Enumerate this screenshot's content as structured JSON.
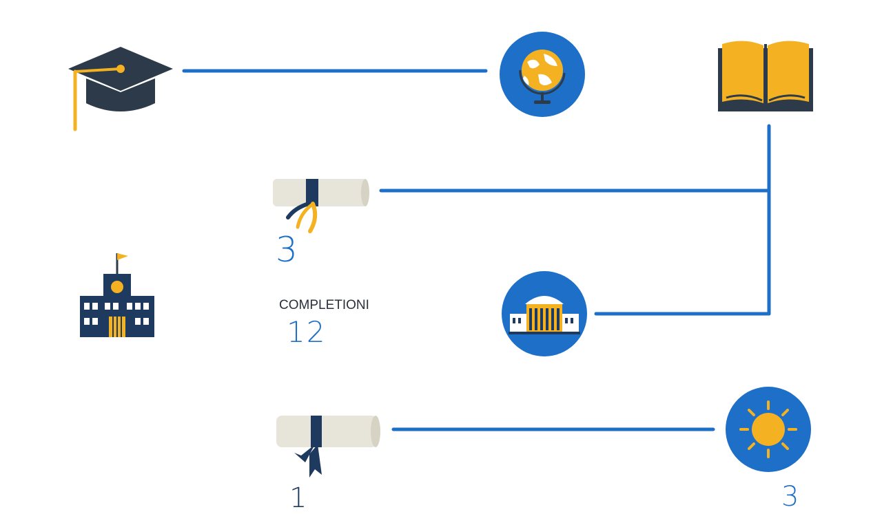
{
  "stats": {
    "value_a": "3",
    "caption": "COMPLETIONI",
    "value_b": "12",
    "partial_bottom_left": "1",
    "partial_bottom_right": "3"
  },
  "colors": {
    "connector": "#1e6fc8",
    "circle_fill": "#1e6fc8",
    "accent": "#f4b223",
    "navy": "#1f3a5f",
    "dark": "#2d3a4a",
    "scroll_paper": "#e7e5da"
  },
  "icons": [
    "graduation-cap-icon",
    "globe-icon",
    "open-book-icon",
    "diploma-scroll-icon",
    "school-building-icon",
    "university-hall-icon",
    "sun-icon"
  ]
}
